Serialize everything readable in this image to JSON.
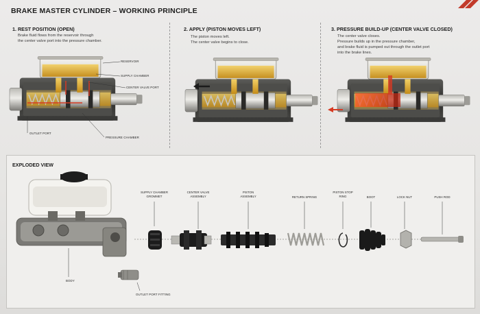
{
  "title": "BRAKE MASTER CYLINDER – WORKING PRINCIPLE",
  "colors": {
    "fluid": "#d9a62a",
    "fluid_red": "#d63a22",
    "metal": "#8a8a86",
    "dark_metal": "#3e3e3c",
    "rubber": "#1c1c1c",
    "background": "#e9e8e6"
  },
  "steps": [
    {
      "title": "1. REST POSITION (OPEN)",
      "description": "Brake fluid flows from the reservoir through\nthe center valve port into the pressure chamber.",
      "callouts": [
        "RESERVOIR",
        "SUPPLY CHAMBER",
        "CENTER VALVE PORT",
        "OUTLET PORT",
        "PRESSURE CHAMBER"
      ]
    },
    {
      "title": "2. APPLY (PISTON MOVES LEFT)",
      "description": "The piston moves left.\nThe center valve begins to close."
    },
    {
      "title": "3. PRESSURE BUILD-UP (CENTER VALVE CLOSED)",
      "description": "The center valve closes.\nPressure builds up in the pressure chamber,\nand brake fluid is pumped out through the outlet port\ninto the brake lines."
    }
  ],
  "exploded_view": {
    "title": "EXPLODED VIEW",
    "parts": [
      {
        "label": "SUPPLY CHAMBER\nGROMMET",
        "icon": "grommet-icon"
      },
      {
        "label": "CENTER VALVE\nASSEMBLY",
        "icon": "center-valve-icon"
      },
      {
        "label": "PISTON\nASSEMBLY",
        "icon": "piston-icon"
      },
      {
        "label": "RETURN SPRING",
        "icon": "spring-icon"
      },
      {
        "label": "PISTON STOP\nRING",
        "icon": "stop-ring-icon"
      },
      {
        "label": "BOOT",
        "icon": "boot-icon"
      },
      {
        "label": "LOCK NUT",
        "icon": "lock-nut-icon"
      },
      {
        "label": "PUSH ROD",
        "icon": "push-rod-icon"
      }
    ],
    "body_label": "BODY",
    "outlet_fitting_label": "OUTLET PORT FITTING"
  }
}
